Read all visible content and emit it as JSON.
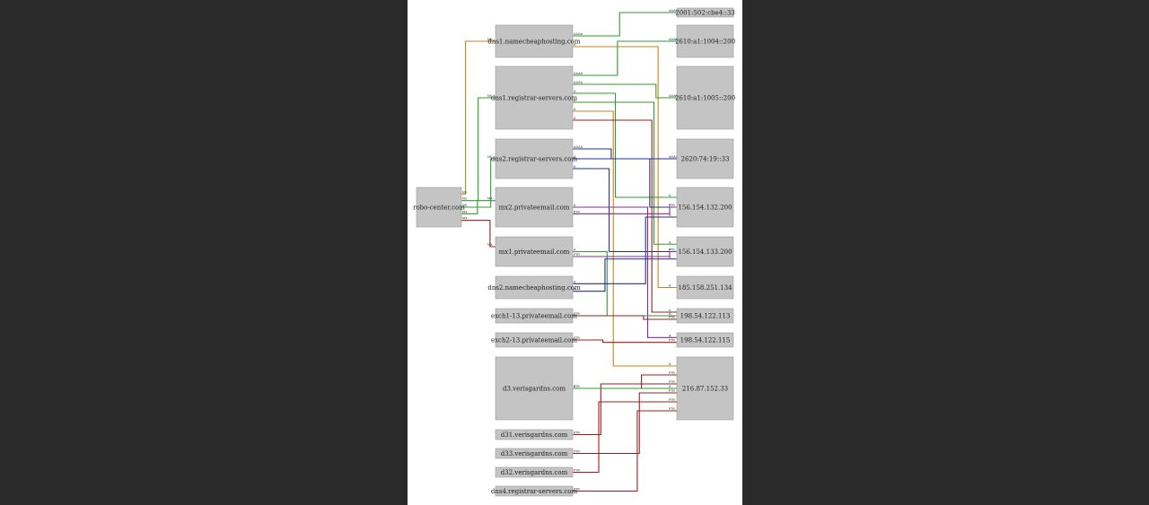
{
  "colors": {
    "NS": "#2e9e2e",
    "A": "#c8841a",
    "AAAA": "#6fb04a",
    "MX": "#a01c1c",
    "PTR": "#a01c1c",
    "blue": "#22308f",
    "purple": "#8a2a9a",
    "gray": "#9a9a9a"
  },
  "domain_node": {
    "id": "root",
    "label": "robo-center.com"
  },
  "left_nodes": [
    {
      "id": "dns1-nh",
      "label": "dns1.namecheaphosting.com"
    },
    {
      "id": "dns1-rs",
      "label": "dns1.registrar-servers.com"
    },
    {
      "id": "dns2-rs",
      "label": "dns2.registrar-servers.com"
    },
    {
      "id": "mx2",
      "label": "mx2.privateemail.com"
    },
    {
      "id": "mx1",
      "label": "mx1.privateemail.com"
    },
    {
      "id": "dns2-nh",
      "label": "dns2.namecheaphosting.com"
    },
    {
      "id": "exch1",
      "label": "exch1-13.privateemail.com"
    },
    {
      "id": "exch2",
      "label": "exch2-13.privateemail.com"
    },
    {
      "id": "d3",
      "label": "d3.verisgardns.com"
    },
    {
      "id": "d31",
      "label": "d31.verisgardns.com"
    },
    {
      "id": "d33",
      "label": "d33.verisgardns.com"
    },
    {
      "id": "d32",
      "label": "d32.verisgardns.com"
    },
    {
      "id": "dns4-rs",
      "label": "dns4.registrar-servers.com"
    }
  ],
  "right_nodes": [
    {
      "id": "ip6-1",
      "label": "2001:502:cbe4::33"
    },
    {
      "id": "ip6-2",
      "label": "2610:a1:1004::200"
    },
    {
      "id": "ip6-3",
      "label": "2610:a1:1005::200"
    },
    {
      "id": "ip6-4",
      "label": "2620:74:19::33"
    },
    {
      "id": "ip4-1",
      "label": "156.154.132.200"
    },
    {
      "id": "ip4-2",
      "label": "156.154.133.200"
    },
    {
      "id": "ip4-3",
      "label": "185.158.251.134"
    },
    {
      "id": "ip4-4",
      "label": "198.54.122.113"
    },
    {
      "id": "ip4-5",
      "label": "198.54.122.115"
    },
    {
      "id": "ip4-6",
      "label": "216.87.152.33"
    }
  ],
  "edges": [
    {
      "from": "root",
      "to": "dns1-nh",
      "color": "A",
      "tag": "NS"
    },
    {
      "from": "root",
      "to": "dns1-rs",
      "color": "NS",
      "tag": "NS"
    },
    {
      "from": "root",
      "to": "dns2-rs",
      "color": "NS",
      "tag": "NS"
    },
    {
      "from": "root",
      "to": "mx2",
      "color": "NS",
      "tag": "MX"
    },
    {
      "from": "root",
      "to": "mx1",
      "color": "MX",
      "tag": "MX"
    },
    {
      "from": "dns1-nh",
      "to": "ip6-1",
      "color": "NS",
      "tag": "AAAA"
    },
    {
      "from": "dns1-nh",
      "to": "ip4-3",
      "color": "A",
      "tag": "A"
    },
    {
      "from": "dns1-rs",
      "to": "ip6-2",
      "color": "NS",
      "tag": "AAAA"
    },
    {
      "from": "dns1-rs",
      "to": "ip6-3",
      "color": "NS",
      "tag": "AAAA"
    },
    {
      "from": "dns1-rs",
      "to": "ip4-1",
      "color": "NS",
      "tag": "A"
    },
    {
      "from": "dns1-rs",
      "to": "ip4-2",
      "color": "NS",
      "tag": "A"
    },
    {
      "from": "dns1-rs",
      "to": "ip4-6",
      "color": "A",
      "tag": "A"
    },
    {
      "from": "dns1-rs",
      "to": "ip4-4",
      "color": "MX",
      "tag": "A"
    },
    {
      "from": "dns2-rs",
      "to": "ip6-4",
      "color": "blue",
      "tag": "AAAA"
    },
    {
      "from": "dns2-rs",
      "to": "ip4-1",
      "color": "blue",
      "tag": "A"
    },
    {
      "from": "dns2-rs",
      "to": "ip4-2",
      "color": "blue",
      "tag": "A"
    },
    {
      "from": "mx2",
      "to": "ip4-5",
      "color": "purple",
      "tag": "A"
    },
    {
      "from": "mx1",
      "to": "ip4-4",
      "color": "NS",
      "tag": "A"
    },
    {
      "from": "dns2-nh",
      "to": "ip4-1",
      "color": "blue",
      "tag": "A"
    },
    {
      "from": "dns2-nh",
      "to": "ip4-2",
      "color": "blue",
      "tag": "A"
    },
    {
      "from": "exch1",
      "to": "ip4-4",
      "color": "MX",
      "tag": "PTR"
    },
    {
      "from": "exch2",
      "to": "ip4-5",
      "color": "MX",
      "tag": "PTR"
    },
    {
      "from": "d3",
      "to": "ip4-6",
      "color": "MX",
      "tag": "PTR"
    },
    {
      "from": "d31",
      "to": "ip4-6",
      "color": "MX",
      "tag": "PTR"
    },
    {
      "from": "d33",
      "to": "ip4-6",
      "color": "MX",
      "tag": "PTR"
    },
    {
      "from": "d32",
      "to": "ip4-6",
      "color": "MX",
      "tag": "PTR"
    },
    {
      "from": "dns4-rs",
      "to": "ip4-6",
      "color": "MX",
      "tag": "PTR"
    },
    {
      "from": "ip4-6",
      "to": "d3",
      "color": "NS",
      "tag": "A"
    },
    {
      "from": "ip4-1",
      "to": "mx2",
      "color": "purple",
      "tag": "PTR"
    },
    {
      "from": "ip4-2",
      "to": "mx1",
      "color": "purple",
      "tag": "PTR"
    }
  ]
}
